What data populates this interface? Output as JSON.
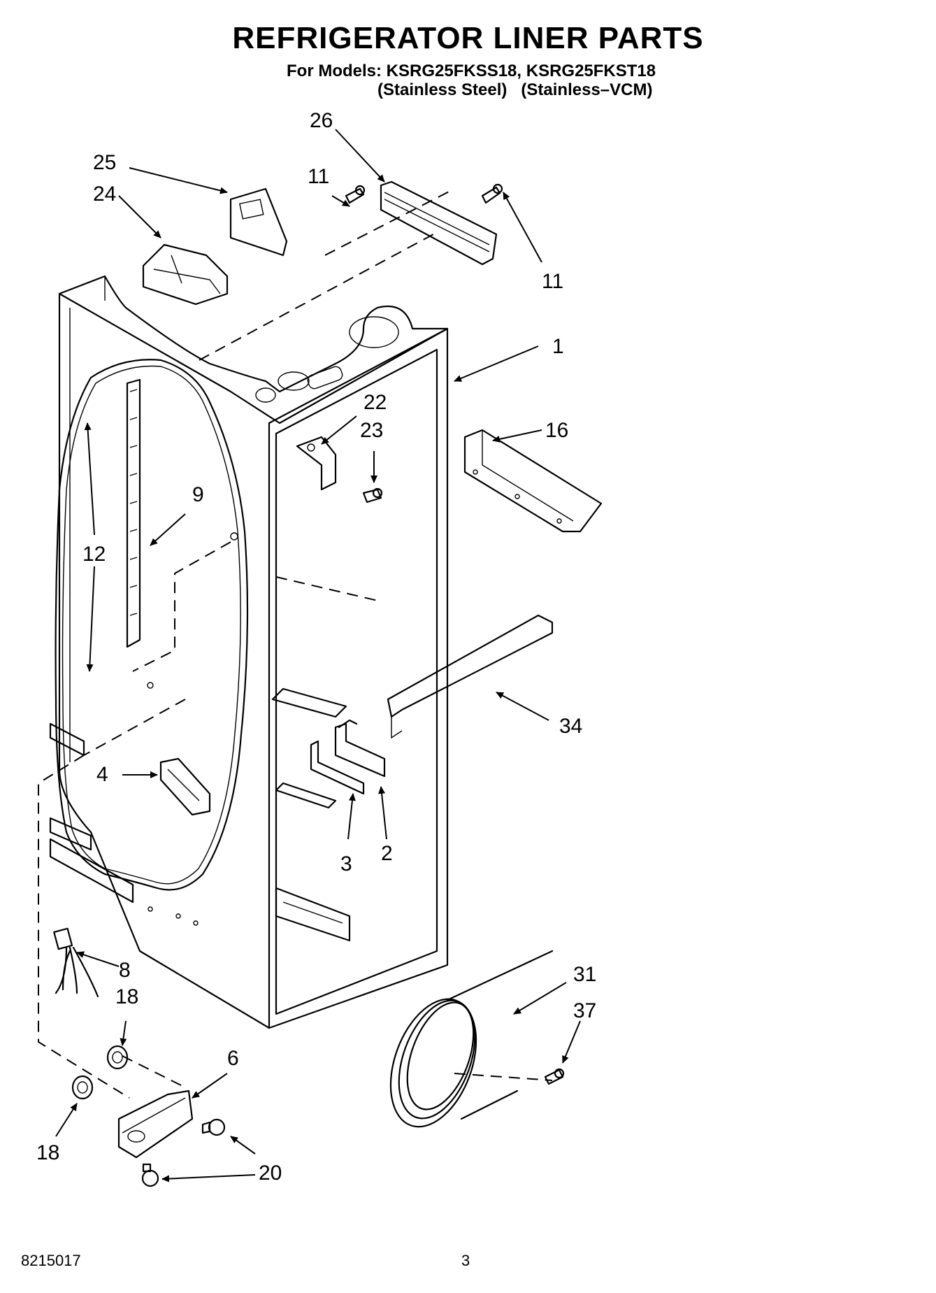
{
  "title": "REFRIGERATOR LINER PARTS",
  "models_line": "For Models: KSRG25FKSS18, KSRG25FKST18",
  "finishes_line": "(Stainless Steel)   (Stainless–VCM)",
  "footer": {
    "doc_number": "8215017",
    "page_number": "3"
  },
  "callouts": {
    "c26": "26",
    "c25": "25",
    "c24": "24",
    "c11a": "11",
    "c11b": "11",
    "c1": "1",
    "c22": "22",
    "c23": "23",
    "c16": "16",
    "c9": "9",
    "c12": "12",
    "c34": "34",
    "c4": "4",
    "c3": "3",
    "c2": "2",
    "c8": "8",
    "c18a": "18",
    "c18b": "18",
    "c6": "6",
    "c20": "20",
    "c31": "31",
    "c37": "37"
  }
}
